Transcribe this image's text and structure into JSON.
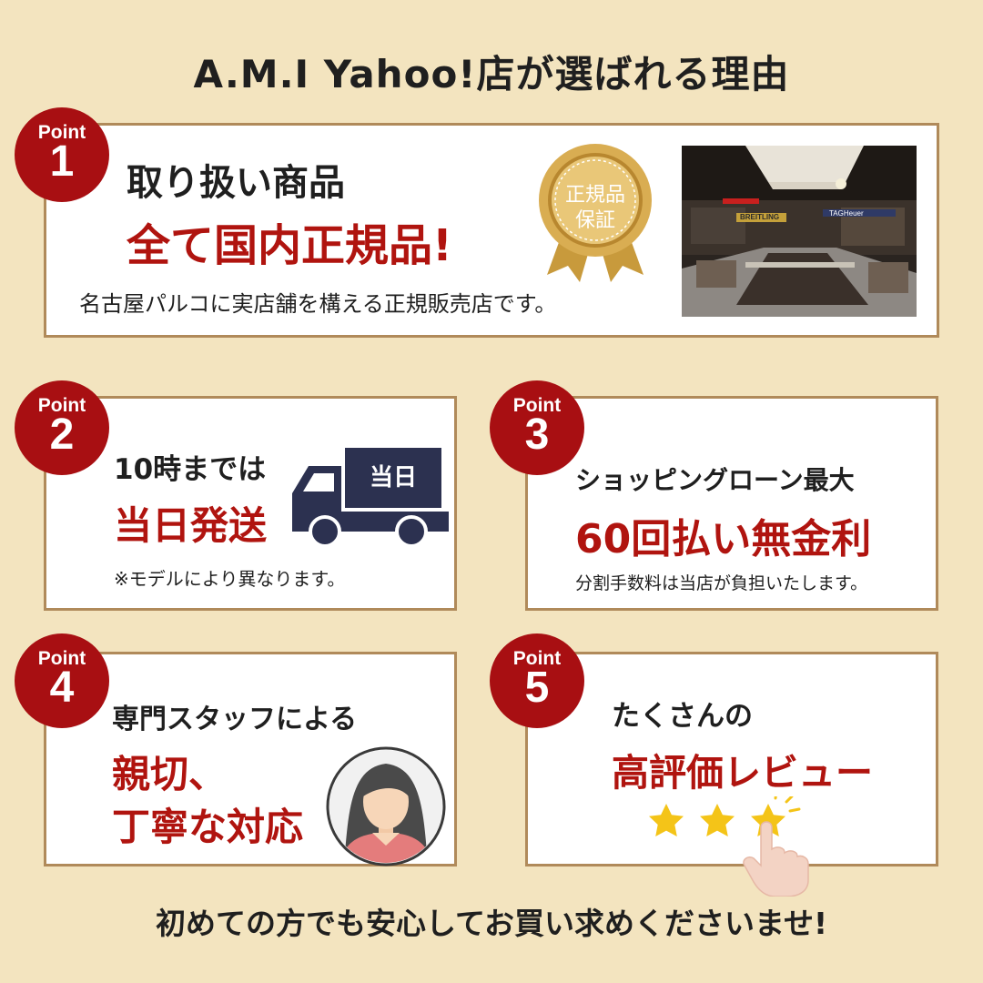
{
  "title": "A.M.I Yahoo!店が選ばれる理由",
  "colors": {
    "background": "#f3e4bf",
    "accent_red": "#a80f12",
    "border": "#b08a5a",
    "truck": "#2c3150"
  },
  "points": [
    {
      "badge_label": "Point",
      "number": "1",
      "heading": "取り扱い商品",
      "highlight": "全て国内正規品!",
      "note": "名古屋パルコに実店舗を構える正規販売店です。",
      "seal_line1": "正規品",
      "seal_line2": "保証",
      "photo_sign1": "BREITLING",
      "photo_sign2": "TAGHeuer"
    },
    {
      "badge_label": "Point",
      "number": "2",
      "heading": "10時までは",
      "highlight": "当日発送",
      "note": "※モデルにより異なります。",
      "truck_label": "当日"
    },
    {
      "badge_label": "Point",
      "number": "3",
      "heading": "ショッピングローン最大",
      "highlight": "60回払い無金利",
      "note": "分割手数料は当店が負担いたします。"
    },
    {
      "badge_label": "Point",
      "number": "4",
      "heading": "専門スタッフによる",
      "highlight_line1": "親切、",
      "highlight_line2": "丁寧な対応"
    },
    {
      "badge_label": "Point",
      "number": "5",
      "heading": "たくさんの",
      "highlight": "高評価レビュー",
      "icon_names": [
        "star-icon",
        "pointing-hand-icon"
      ]
    }
  ],
  "footer": "初めての方でも安心してお買い求めくださいませ!"
}
